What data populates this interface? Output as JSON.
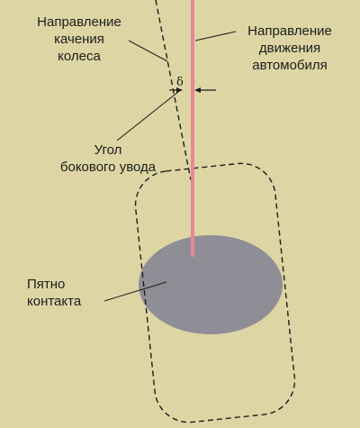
{
  "labels": {
    "rolling_direction": [
      "Направление",
      "качения",
      "колеса"
    ],
    "motion_direction": [
      "Направление",
      "движения",
      "автомобиля"
    ],
    "slip_angle": [
      "Угол",
      "бокового увода"
    ],
    "contact_patch": [
      "Пятно",
      "контакта"
    ],
    "angle_symbol": "δ"
  },
  "colors": {
    "background": "#ddd6a4",
    "motion_line": "#e8869b",
    "contact_patch": "#8f8e96",
    "lines": "#1d1d1d"
  }
}
